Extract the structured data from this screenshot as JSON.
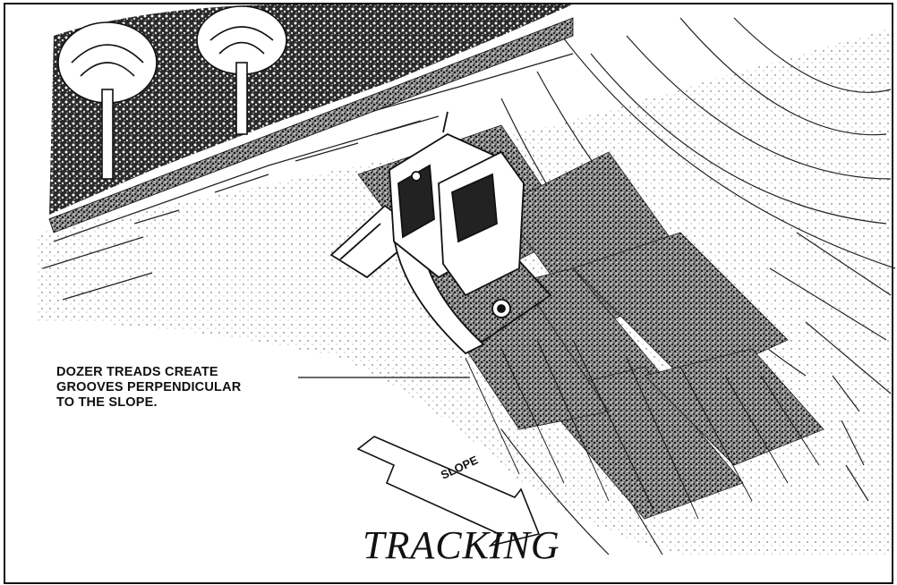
{
  "annotation": {
    "lines": [
      "DOZER TREADS CREATE",
      "GROOVES PERPENDICULAR",
      "TO THE SLOPE."
    ]
  },
  "arrow_label": "SLOPE",
  "title": "TRACKING"
}
